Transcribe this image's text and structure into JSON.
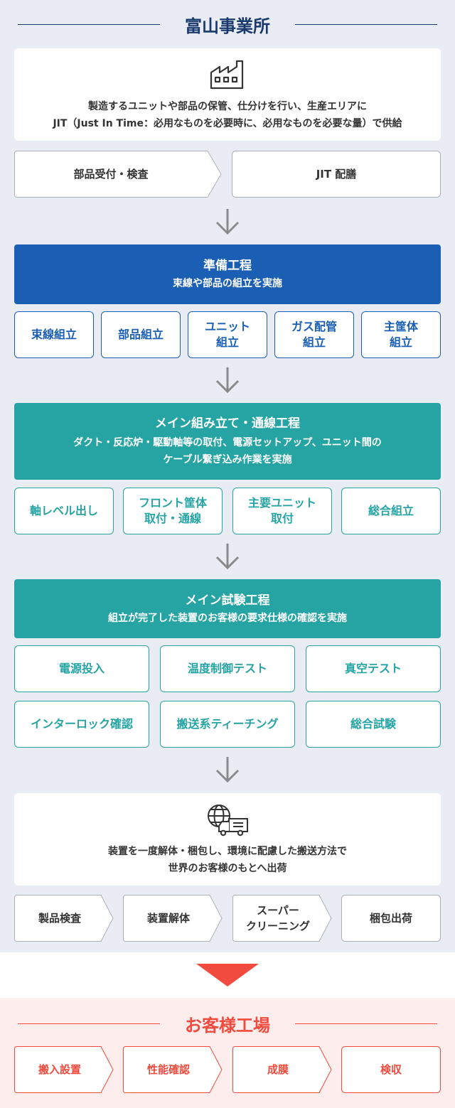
{
  "colors": {
    "navy": "#1a3a6e",
    "blue": "#1a5fb4",
    "teal": "#26a4a4",
    "red": "#f04b3e",
    "gray_arrow": "#8a8a8a",
    "section_bg": "#e9ecf3",
    "customer_bg": "#fdeeed"
  },
  "toyama": {
    "title": "富山事業所",
    "intro_icon": "factory-icon",
    "intro_text": "製造するユニットや部品の保管、仕分けを行い、生産エリアに\nJIT（Just In Time：必用なものを必要時に、必用なものを必要な量）で供給",
    "intro_steps": [
      "部品受付・検査",
      "JIT 配膳"
    ],
    "prep": {
      "title": "準備工程",
      "subtitle": "束線や部品の組立を実施",
      "items": [
        "束線組立",
        "部品組立",
        "ユニット\n組立",
        "ガス配管\n組立",
        "主筐体\n組立"
      ]
    },
    "main_assembly": {
      "title": "メイン組み立て・通線工程",
      "subtitle": "ダクト・反応炉・駆動軸等の取付、電源セットアップ、ユニット間の\nケーブル繋ぎ込み作業を実施",
      "items": [
        "軸レベル出し",
        "フロント筐体\n取付・通線",
        "主要ユニット\n取付",
        "総合組立"
      ]
    },
    "main_test": {
      "title": "メイン試験工程",
      "subtitle": "組立が完了した装置のお客様の要求仕様の確認を実施",
      "items": [
        "電源投入",
        "温度制御テスト",
        "真空テスト",
        "インターロック確認",
        "搬送系ティーチング",
        "総合試験"
      ]
    },
    "shipping": {
      "icon": "global-shipping-icon",
      "text": "装置を一度解体・梱包し、環境に配慮した搬送方法で\n世界のお客様のもとへ出荷",
      "steps": [
        "製品検査",
        "装置解体",
        "スーパー\nクリーニング",
        "梱包出荷"
      ]
    }
  },
  "customer": {
    "title": "お客様工場",
    "steps": [
      "搬入設置",
      "性能確認",
      "成膜",
      "検収"
    ]
  }
}
